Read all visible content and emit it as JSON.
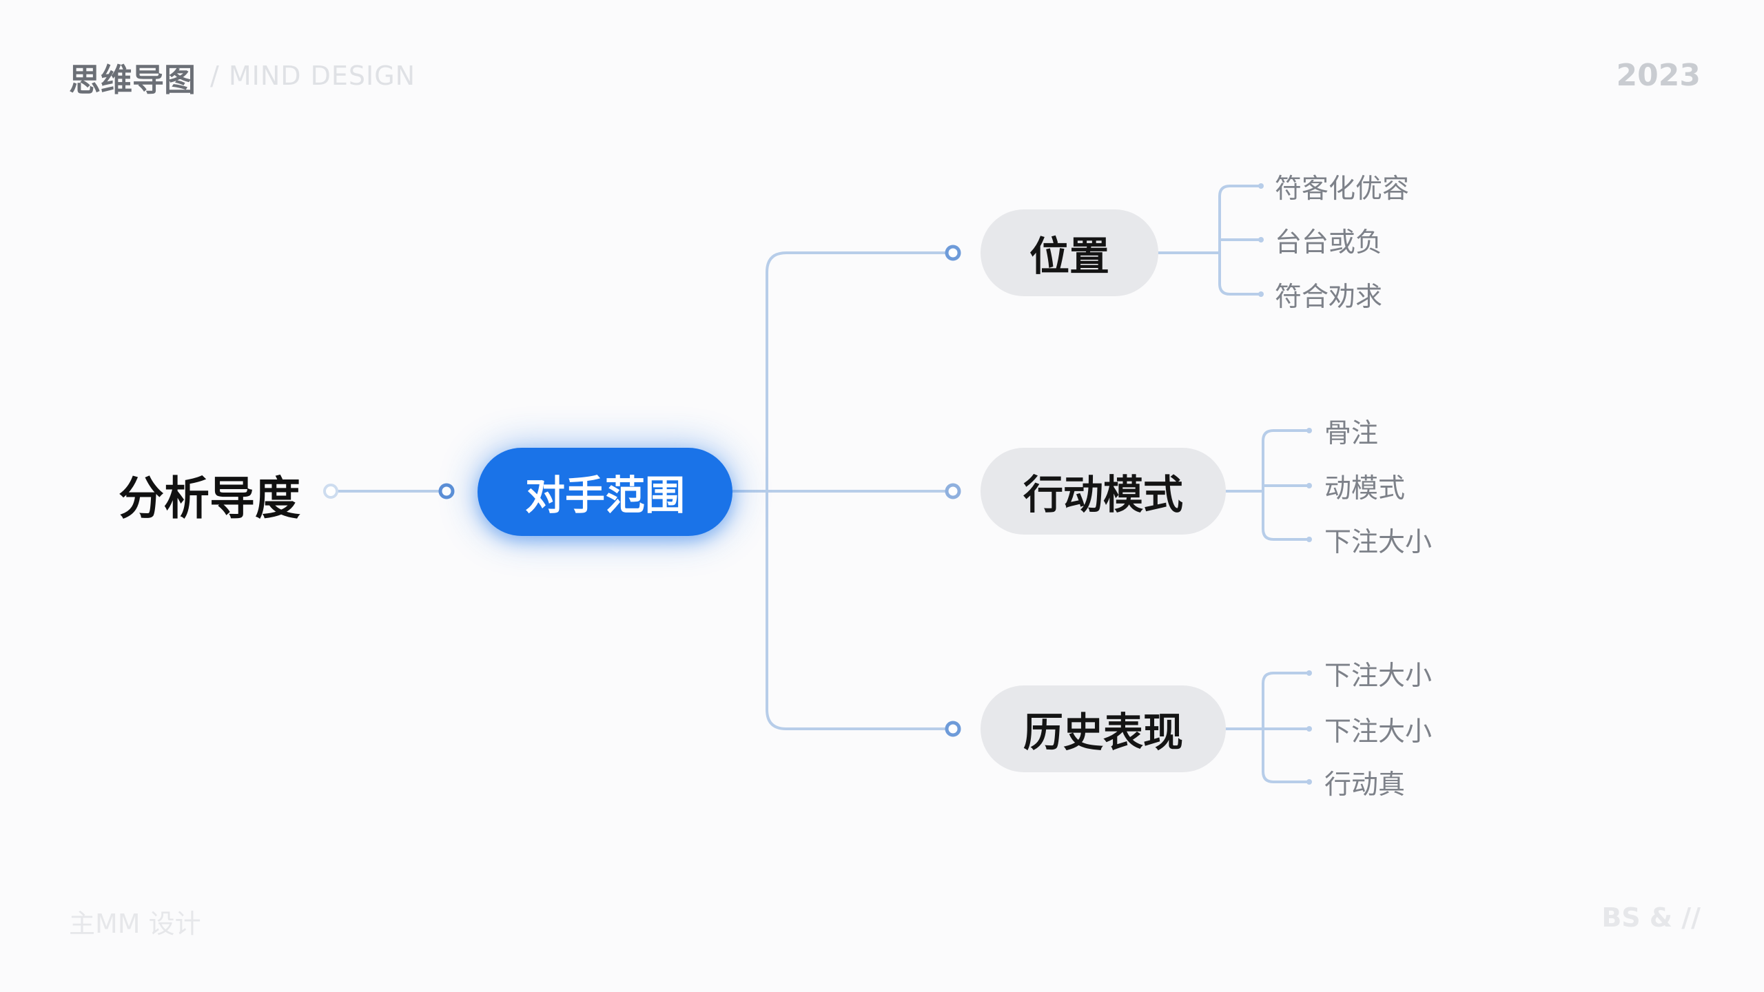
{
  "header": {
    "title": "思维导图",
    "subtitle": "/ MIND DESIGN",
    "year": "2023"
  },
  "footer": {
    "left": "主MM 设计",
    "right": "BS & //"
  },
  "mindmap": {
    "root": "分析导度",
    "center": "对手范围",
    "branches": [
      {
        "label": "位置",
        "leaves": [
          "符客化优容",
          "台台或负",
          "符合劝求"
        ]
      },
      {
        "label": "行动模式",
        "leaves": [
          "骨注",
          "动模式",
          "下注大小"
        ]
      },
      {
        "label": "历史表现",
        "leaves": [
          "下注大小",
          "下注大小",
          "行动真"
        ]
      }
    ]
  },
  "colors": {
    "accent": "#1a73e8",
    "connector": "#b7cde9",
    "branch_fill": "#e7e8eb",
    "leaf_text": "#7d8189",
    "background": "#fbfbfc"
  }
}
